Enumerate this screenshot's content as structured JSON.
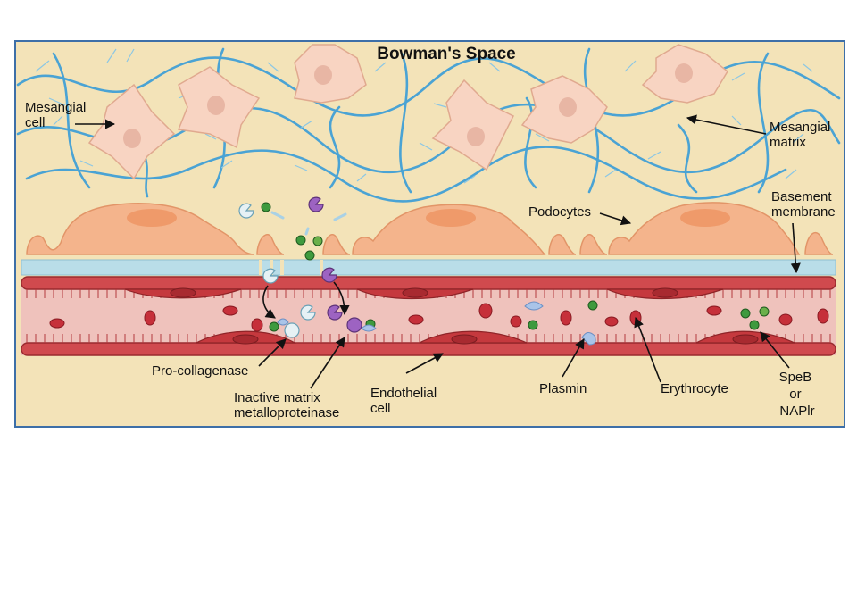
{
  "title": "Bowman's Space",
  "labels": {
    "mesangial_cell": [
      "Mesangial",
      "cell"
    ],
    "mesangial_matrix": [
      "Mesangial",
      "matrix"
    ],
    "basement_membrane": [
      "Basement",
      "membrane"
    ],
    "podocytes": "Podocytes",
    "pro_collagenase": "Pro-collagenase",
    "inactive_mmp": [
      "Inactive matrix",
      "metalloproteinase"
    ],
    "endothelial_cell": [
      "Endothelial",
      "cell"
    ],
    "plasmin": "Plasmin",
    "erythrocyte": "Erythrocyte",
    "speb_napir": [
      "SpeB",
      "or",
      "NAPlr"
    ]
  },
  "colors": {
    "background": "#f3e3b8",
    "frame": "#3d6fa8",
    "fiber": "#4aa3d4",
    "mesangial_cell": "#f8d4c2",
    "podocyte": "#f4b48c",
    "basement_membrane": "#b9dde8",
    "vessel_wall": "#c5393e",
    "lumen": "#efc2bc",
    "speb": "#3e9a3e"
  }
}
